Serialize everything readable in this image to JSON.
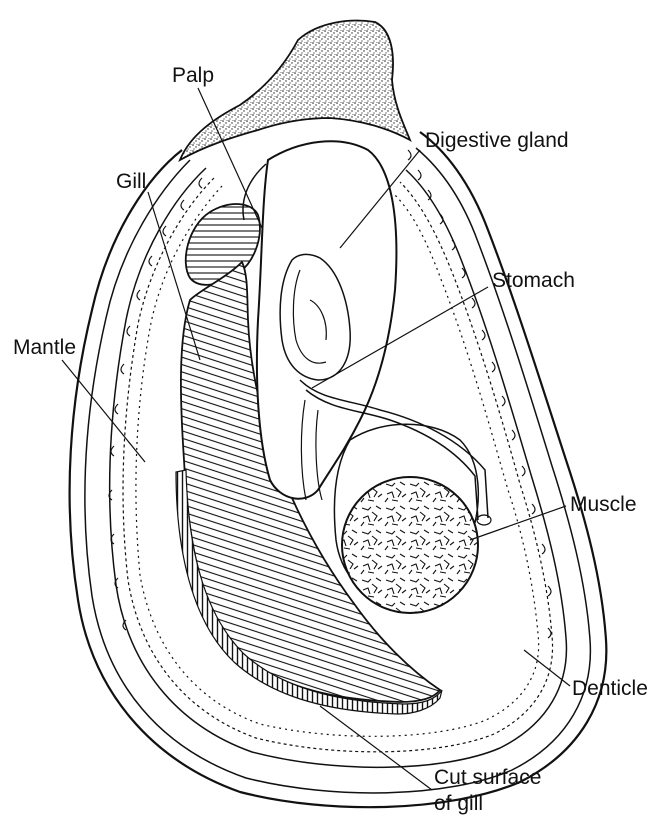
{
  "labels": {
    "palp": "Palp",
    "digestive_gland": "Digestive gland",
    "gill": "Gill",
    "stomach": "Stomach",
    "mantle": "Mantle",
    "muscle": "Muscle",
    "denticle": "Denticle",
    "cut_surface_line1": "Cut surface",
    "cut_surface_line2": "of gill"
  }
}
